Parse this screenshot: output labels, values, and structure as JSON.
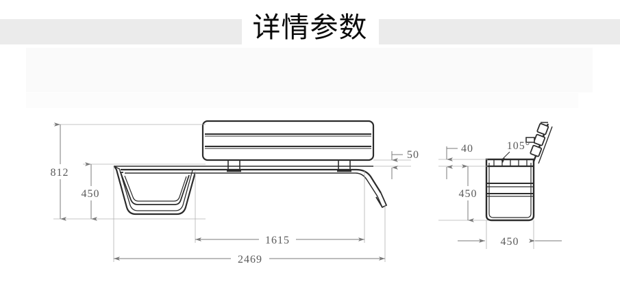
{
  "header": {
    "title": "详情参数",
    "band_color": "#ebebeb"
  },
  "drawing": {
    "line_color": "#2b2b2b",
    "dim_color": "#7a7a7a",
    "dim_text_color": "#5a5a5a",
    "front_view": {
      "name": "bench-front-elevation",
      "dimensions": {
        "overall_height": "812",
        "seat_height": "450",
        "seat_thickness": "50",
        "seat_span": "1615",
        "overall_length": "2469"
      }
    },
    "side_view": {
      "name": "bench-side-elevation",
      "dimensions": {
        "backrest_offset": "40",
        "back_angle": "105°",
        "seat_height": "450",
        "depth": "450"
      }
    }
  }
}
